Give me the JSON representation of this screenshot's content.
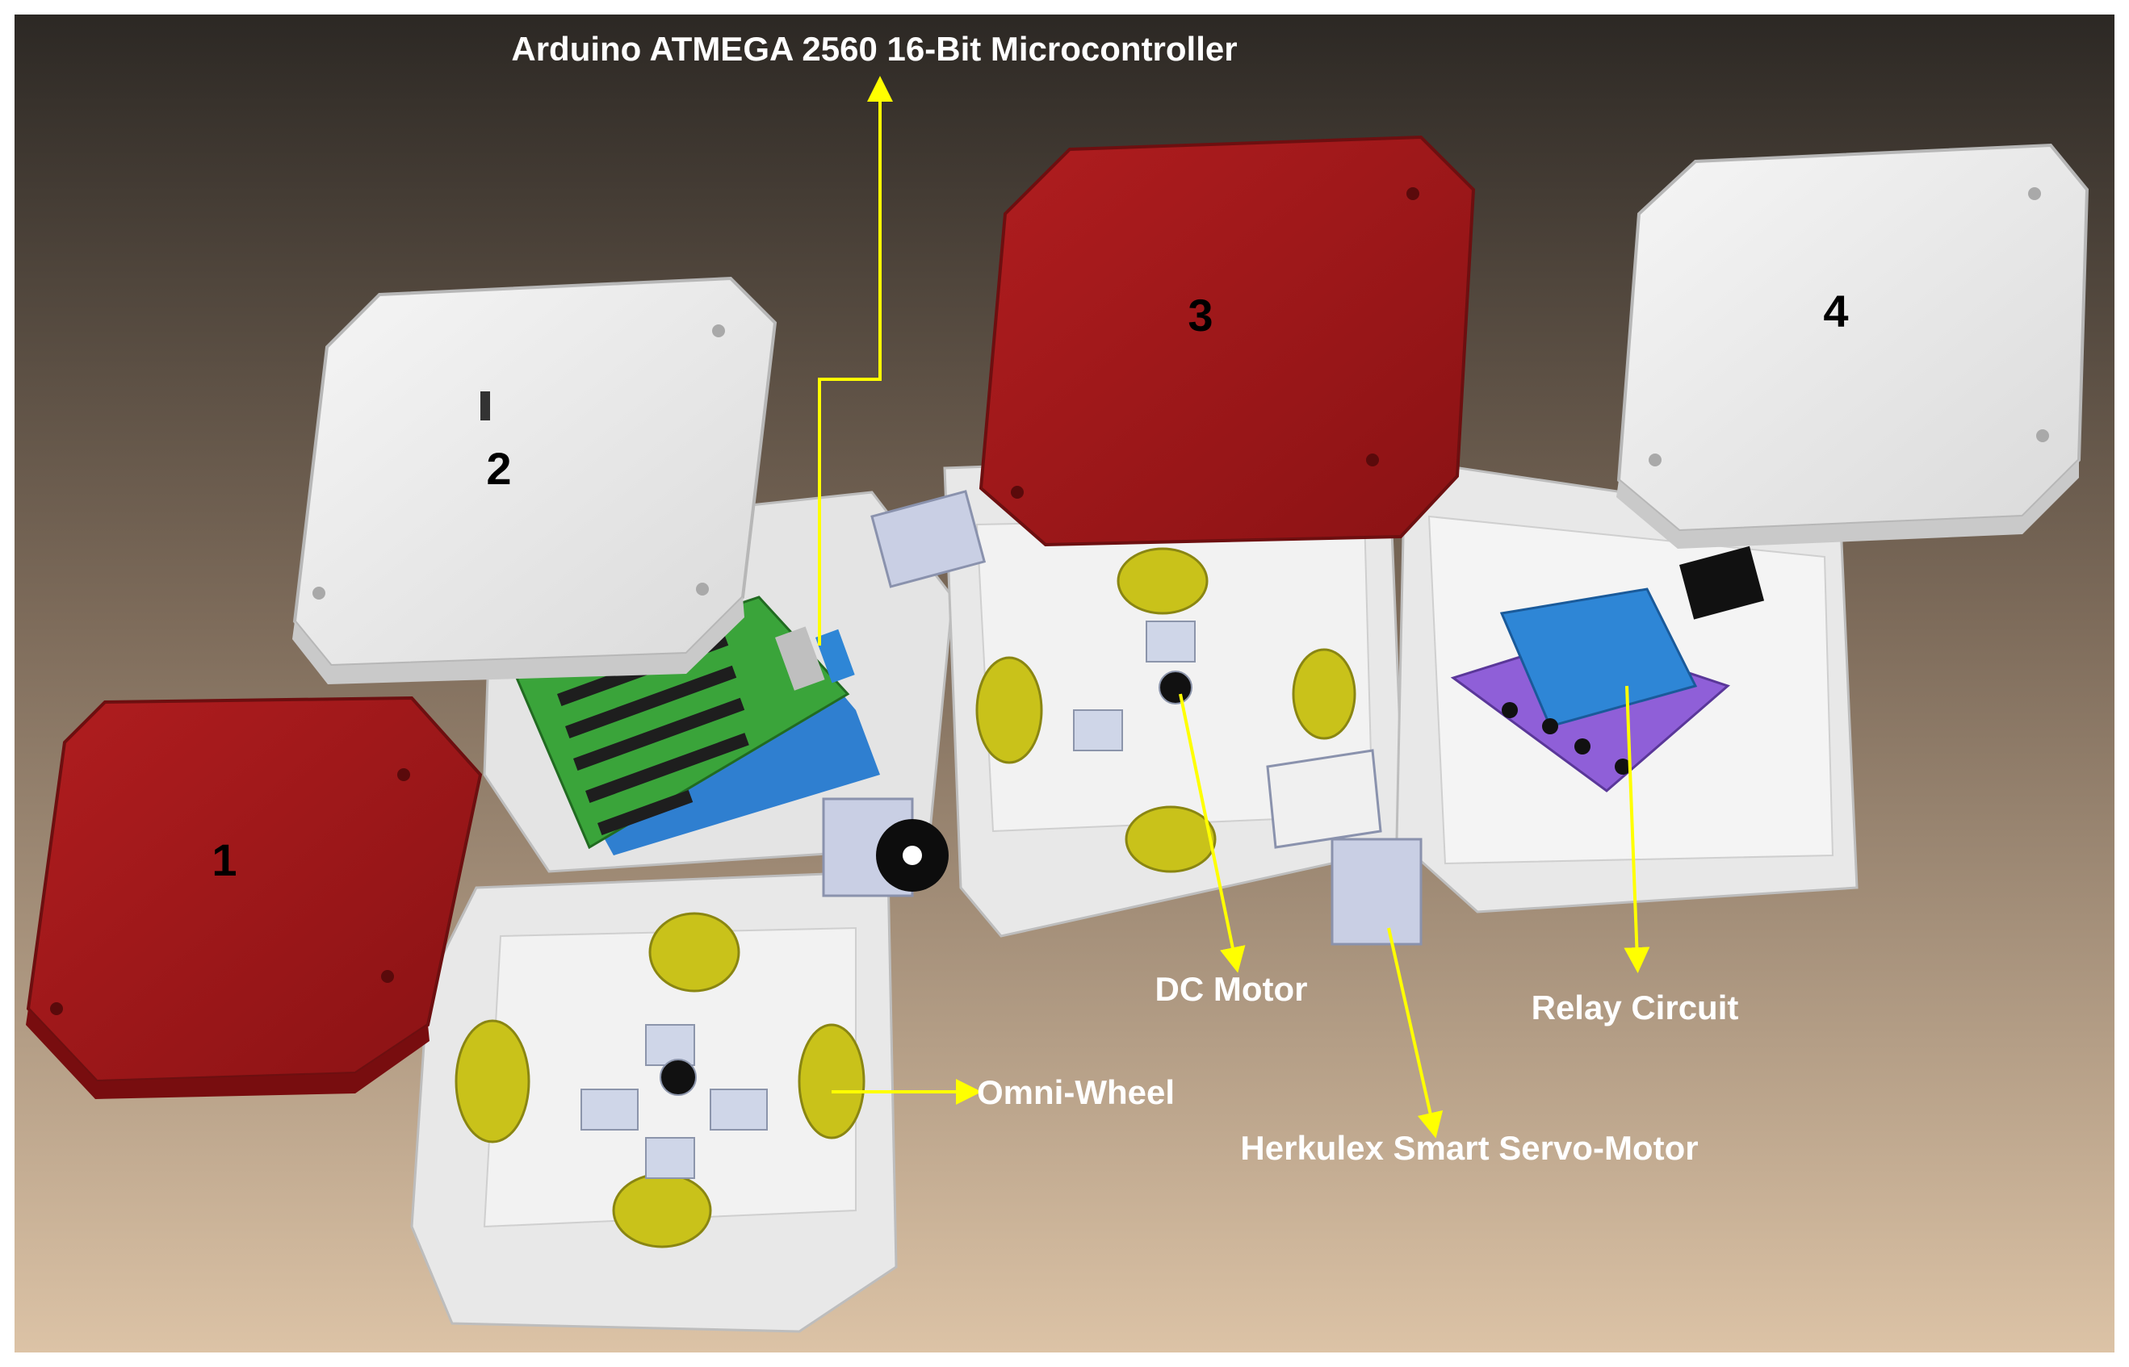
{
  "modules": [
    {
      "number": "1",
      "lid_color": "#a11719"
    },
    {
      "number": "2",
      "lid_color": "#ececec"
    },
    {
      "number": "3",
      "lid_color": "#a11719"
    },
    {
      "number": "4",
      "lid_color": "#ececec"
    }
  ],
  "callouts": {
    "microcontroller": "Arduino ATMEGA 2560 16-Bit Microcontroller",
    "dc_motor": "DC Motor",
    "relay": "Relay Circuit",
    "omni_wheel": "Omni-Wheel",
    "servo": "Herkulex Smart Servo-Motor"
  },
  "colors": {
    "background_top": "#2c2824",
    "background_bottom": "#dcc3a6",
    "callout_line": "#ffff00",
    "callout_text": "#ffffff",
    "red_lid": "#a11719",
    "white_lid": "#ececec",
    "body": "#e6e6e6",
    "wheel": "#c9c21a",
    "board_green": "#3aa43a",
    "relay_blue": "#2e86d6",
    "pcb_purple": "#8f5fd8"
  }
}
